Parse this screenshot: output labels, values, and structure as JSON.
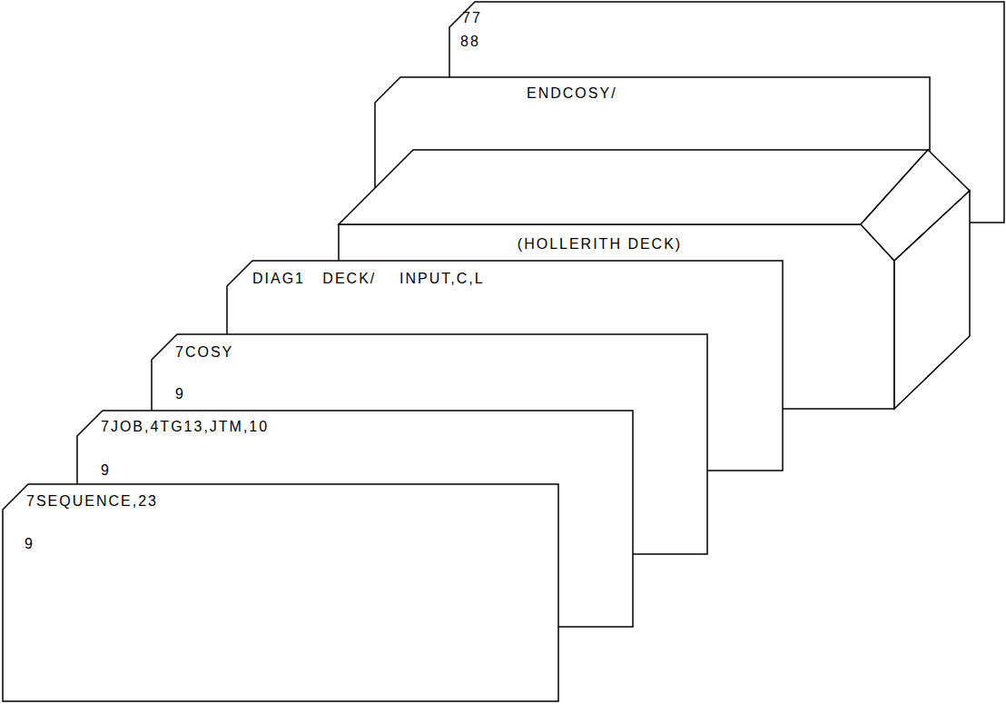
{
  "diagram": {
    "nodes": [
      {
        "text": [
          "77",
          "88"
        ]
      },
      {
        "text": [
          "ENDCOSY/"
        ]
      },
      {
        "text": [
          "(HOLLERITH DECK)"
        ]
      },
      {
        "text": [
          "DIAG1   DECK/    INPUT,C,L"
        ]
      },
      {
        "text": [
          "7COSY",
          "9"
        ]
      },
      {
        "text": [
          "7JOB,4TG13,JTM,10",
          "9"
        ]
      },
      {
        "text": [
          "7SEQUENCE,23",
          "9"
        ]
      }
    ]
  }
}
